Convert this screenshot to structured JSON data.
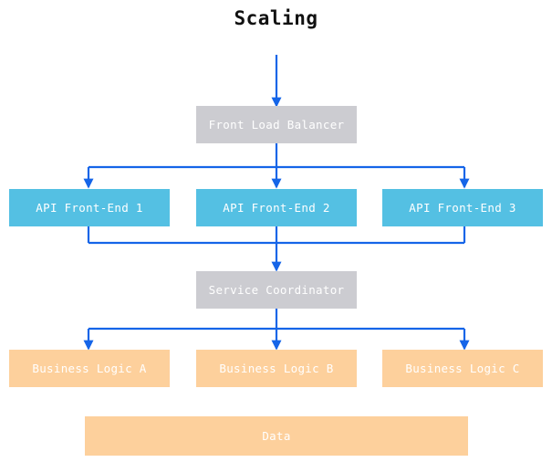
{
  "title": "Scaling",
  "colors": {
    "background": "#ffffff",
    "title_text": "#111111",
    "gray_node": "#ccccd1",
    "cyan_node": "#54c0e3",
    "orange_node": "#fdd09c",
    "node_text": "#ffffff",
    "edge": "#1565e8"
  },
  "nodes": {
    "front_load_balancer": "Front Load Balancer",
    "api_front_end_1": "API Front-End 1",
    "api_front_end_2": "API Front-End 2",
    "api_front_end_3": "API Front-End 3",
    "service_coordinator": "Service Coordinator",
    "business_logic_a": "Business Logic A",
    "business_logic_b": "Business Logic B",
    "business_logic_c": "Business Logic C",
    "data": "Data"
  },
  "tiers": [
    {
      "name": "entry",
      "labels": []
    },
    {
      "name": "load-balancer",
      "labels": [
        "Front Load Balancer"
      ]
    },
    {
      "name": "api-front-ends",
      "labels": [
        "API Front-End 1",
        "API Front-End 2",
        "API Front-End 3"
      ]
    },
    {
      "name": "coordinator",
      "labels": [
        "Service Coordinator"
      ]
    },
    {
      "name": "business-logic",
      "labels": [
        "Business Logic A",
        "Business Logic B",
        "Business Logic C"
      ]
    },
    {
      "name": "data-store",
      "labels": [
        "Data"
      ]
    }
  ]
}
